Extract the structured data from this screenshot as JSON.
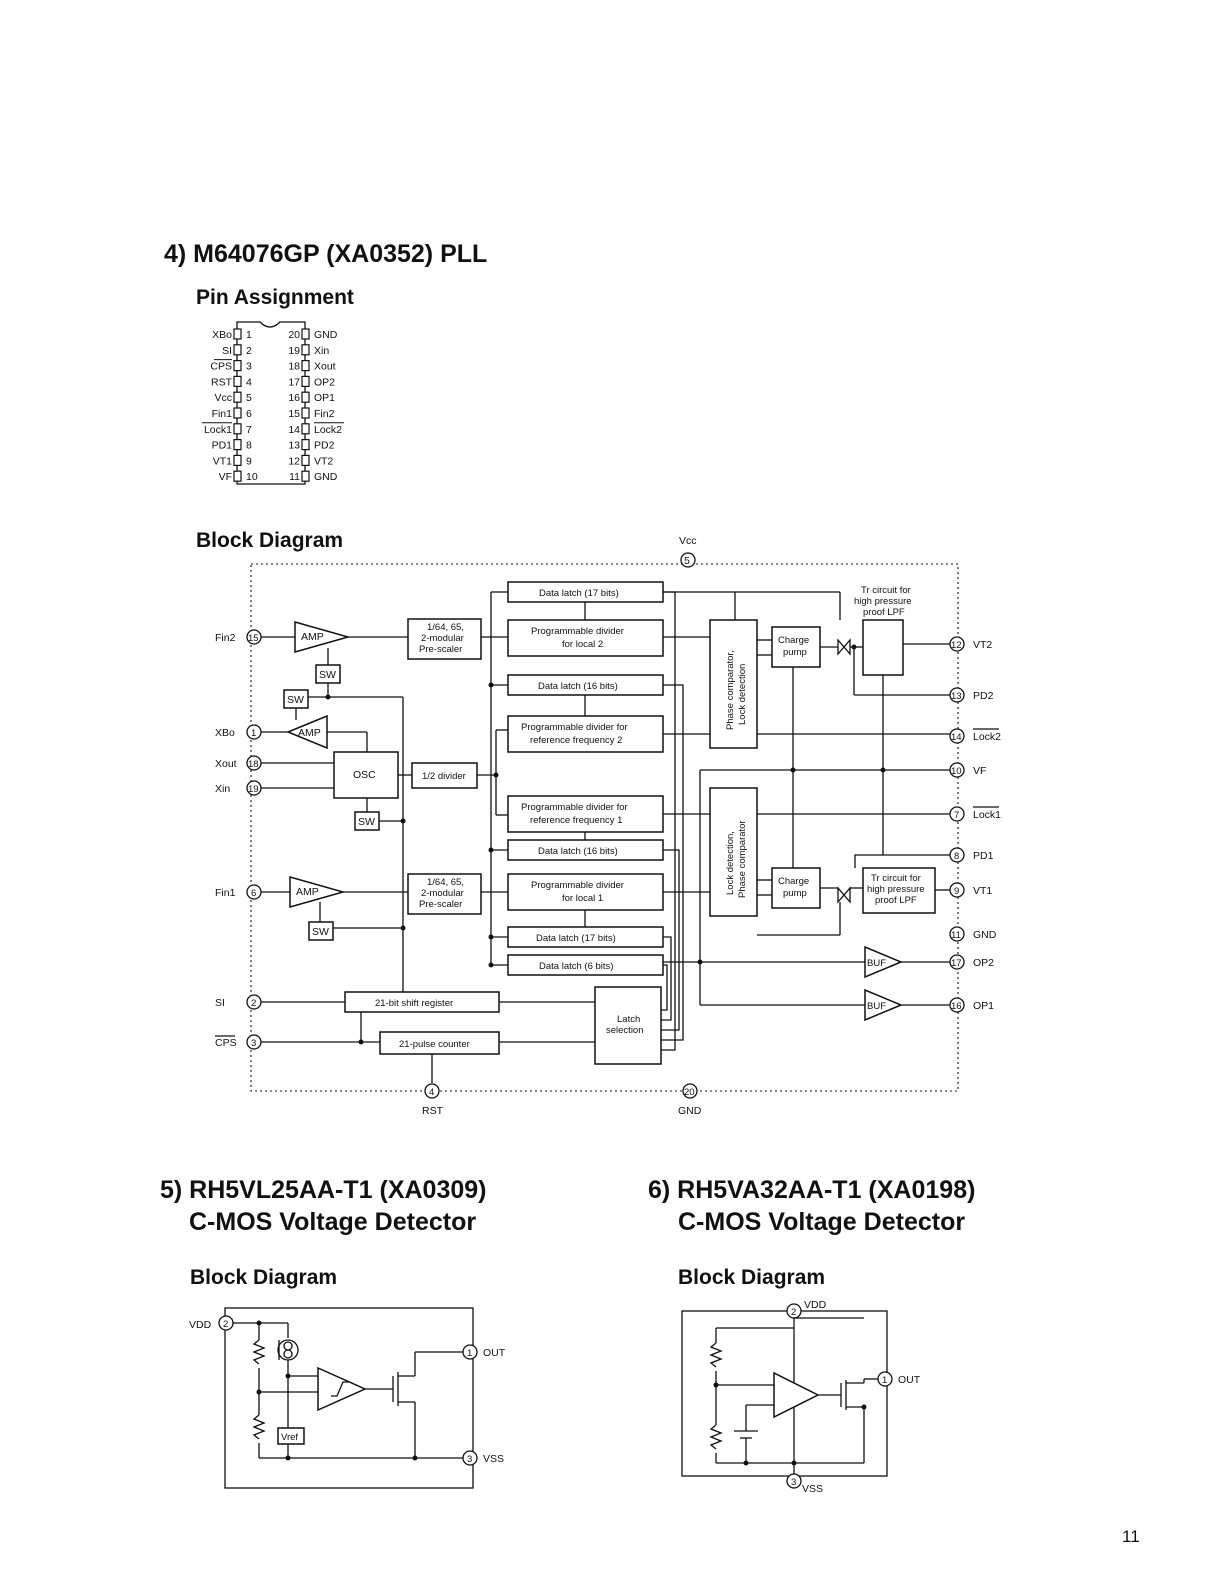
{
  "section4": {
    "heading": "4) M64076GP (XA0352) PLL",
    "pin_assignment_title": "Pin Assignment",
    "block_diagram_title": "Block Diagram",
    "pins_left": [
      {
        "num": "1",
        "name": "XBo"
      },
      {
        "num": "2",
        "name": "SI"
      },
      {
        "num": "3",
        "name": "CPS"
      },
      {
        "num": "4",
        "name": "RST"
      },
      {
        "num": "5",
        "name": "Vcc"
      },
      {
        "num": "6",
        "name": "Fin1"
      },
      {
        "num": "7",
        "name": "Lock1"
      },
      {
        "num": "8",
        "name": "PD1"
      },
      {
        "num": "9",
        "name": "VT1"
      },
      {
        "num": "10",
        "name": "VF"
      }
    ],
    "pins_right": [
      {
        "num": "20",
        "name": "GND"
      },
      {
        "num": "19",
        "name": "Xin"
      },
      {
        "num": "18",
        "name": "Xout"
      },
      {
        "num": "17",
        "name": "OP2"
      },
      {
        "num": "16",
        "name": "OP1"
      },
      {
        "num": "15",
        "name": "Fin2"
      },
      {
        "num": "14",
        "name": "Lock2"
      },
      {
        "num": "13",
        "name": "PD2"
      },
      {
        "num": "12",
        "name": "VT2"
      },
      {
        "num": "11",
        "name": "GND"
      }
    ],
    "diagram": {
      "vcc_label": "Vcc",
      "vcc_pin": "5",
      "rst_label": "RST",
      "rst_pin": "4",
      "gnd_label": "GND",
      "gnd_pin": "20",
      "left_pins": {
        "fin2": {
          "label": "Fin2",
          "num": "15"
        },
        "xbo": {
          "label": "XBo",
          "num": "1"
        },
        "xout": {
          "label": "Xout",
          "num": "18"
        },
        "xin": {
          "label": "Xin",
          "num": "19"
        },
        "fin1": {
          "label": "Fin1",
          "num": "6"
        },
        "si": {
          "label": "SI",
          "num": "2"
        },
        "cps": {
          "label": "CPS",
          "num": "3"
        }
      },
      "right_pins": {
        "vt2": {
          "label": "VT2",
          "num": "12"
        },
        "pd2": {
          "label": "PD2",
          "num": "13"
        },
        "lock2": {
          "label": "Lock2",
          "num": "14"
        },
        "vf": {
          "label": "VF",
          "num": "10"
        },
        "lock1": {
          "label": "Lock1",
          "num": "7"
        },
        "pd1": {
          "label": "PD1",
          "num": "8"
        },
        "vt1": {
          "label": "VT1",
          "num": "9"
        },
        "gnd": {
          "label": "GND",
          "num": "11"
        },
        "op2": {
          "label": "OP2",
          "num": "17"
        },
        "op1": {
          "label": "OP1",
          "num": "16"
        }
      },
      "blocks": {
        "amp": "AMP",
        "sw": "SW",
        "osc": "OSC",
        "buf": "BUF",
        "prescaler_l1": "1/64, 65,",
        "prescaler_l2": "2-modular",
        "prescaler_l3": "Pre-scaler",
        "half_divider": "1/2 divider",
        "data_latch_17": "Data latch (17 bits)",
        "data_latch_16": "Data latch (16 bits)",
        "data_latch_6": "Data latch (6 bits)",
        "prog_local2_l1": "Programmable divider",
        "prog_local2_l2": "for local 2",
        "prog_local1_l1": "Programmable divider",
        "prog_local1_l2": "for local 1",
        "prog_ref2_l1": "Programmable divider for",
        "prog_ref2_l2": "reference frequency 2",
        "prog_ref1_l1": "Programmable divider for",
        "prog_ref1_l2": "reference frequency 1",
        "phase_top_l1": "Phase comparator,",
        "phase_top_l2": "Lock detection",
        "phase_bot_l1": "Lock detection,",
        "phase_bot_l2": "Phase comparator",
        "charge_l1": "Charge",
        "charge_l2": "pump",
        "tr_l1": "Tr circuit for",
        "tr_l2": "high pressure",
        "tr_l3": "proof LPF",
        "shift_register": "21-bit shift register",
        "pulse_counter": "21-pulse counter",
        "latch_sel_l1": "Latch",
        "latch_sel_l2": "selection"
      }
    }
  },
  "section5": {
    "heading_l1": "5) RH5VL25AA-T1 (XA0309)",
    "heading_l2": "C-MOS Voltage Detector",
    "block_diagram_title": "Block Diagram",
    "vdd_label": "VDD",
    "vdd_pin": "2",
    "out_label": "OUT",
    "out_pin": "1",
    "vss_label": "VSS",
    "vss_pin": "3",
    "vref_label": "Vref"
  },
  "section6": {
    "heading_l1": "6) RH5VA32AA-T1 (XA0198)",
    "heading_l2": "C-MOS Voltage Detector",
    "block_diagram_title": "Block Diagram",
    "vdd_label": "VDD",
    "vdd_pin": "2",
    "out_label": "OUT",
    "out_pin": "1",
    "vss_label": "VSS",
    "vss_pin": "3"
  },
  "page_number": "11"
}
